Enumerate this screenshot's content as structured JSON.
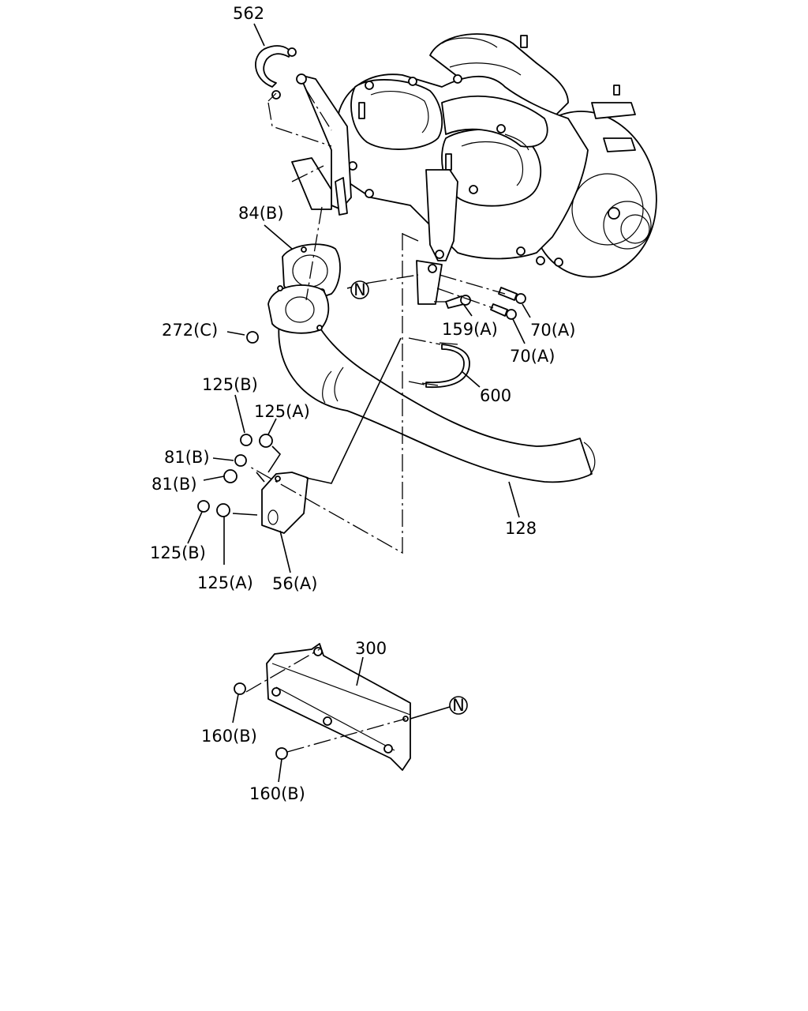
{
  "callouts": {
    "c562": "562",
    "c84b": "84(B)",
    "c272c": "272(C)",
    "c125b_top": "125(B)",
    "c125a_top": "125(A)",
    "c81b_1": "81(B)",
    "c81b_2": "81(B)",
    "c125b_bot": "125(B)",
    "c125a_bot": "125(A)",
    "c56a": "56(A)",
    "c159a": "159(A)",
    "c70a_1": "70(A)",
    "c70a_2": "70(A)",
    "c600": "600",
    "c128": "128",
    "c300": "300",
    "c160b_1": "160(B)",
    "c160b_2": "160(B)"
  },
  "markers": {
    "n1": "N",
    "n2": "N"
  }
}
